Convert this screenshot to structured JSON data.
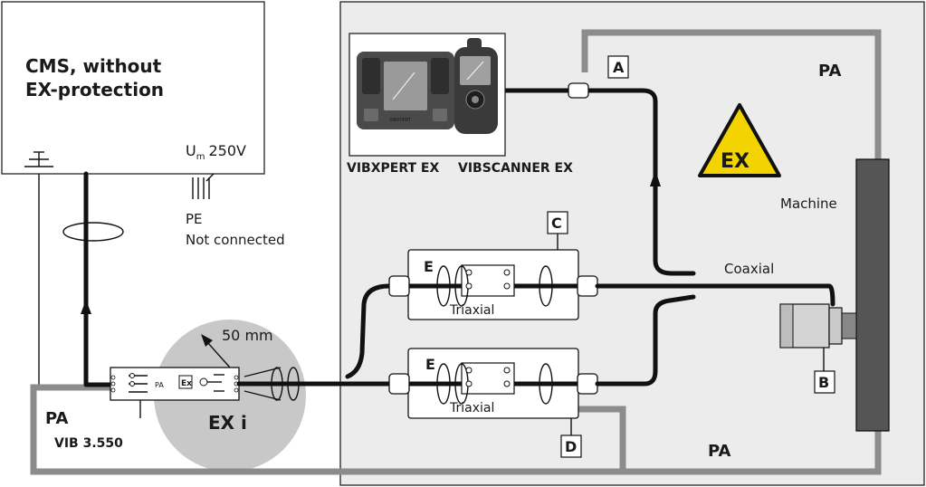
{
  "cms": {
    "line1": "CMS, without",
    "line2": "EX-protection"
  },
  "voltage": {
    "u": "U",
    "sub": "m",
    "value": "250V"
  },
  "pe": {
    "line1": "PE",
    "line2": "Not connected"
  },
  "distance": "50 mm",
  "exi": "EX i",
  "module": {
    "label": "VIB 3.550",
    "inner": "PA"
  },
  "pa_label": "PA",
  "devices": {
    "vibxpert": "VIBXPERT EX",
    "vibscanner": "VIBSCANNER EX",
    "brand": "VIBXPERT"
  },
  "warning_text": "EX",
  "machine": "Machine",
  "coaxial": "Coaxial",
  "triaxial": "Triaxial",
  "markers": {
    "a": "A",
    "b": "B",
    "c": "C",
    "d": "D",
    "e": "E"
  },
  "colors": {
    "zone": "#ececec",
    "pa_wire": "#8c8c8c",
    "exi_circle": "#c8c8c8",
    "warning": "#f3d400",
    "machine_bar": "#555555"
  }
}
